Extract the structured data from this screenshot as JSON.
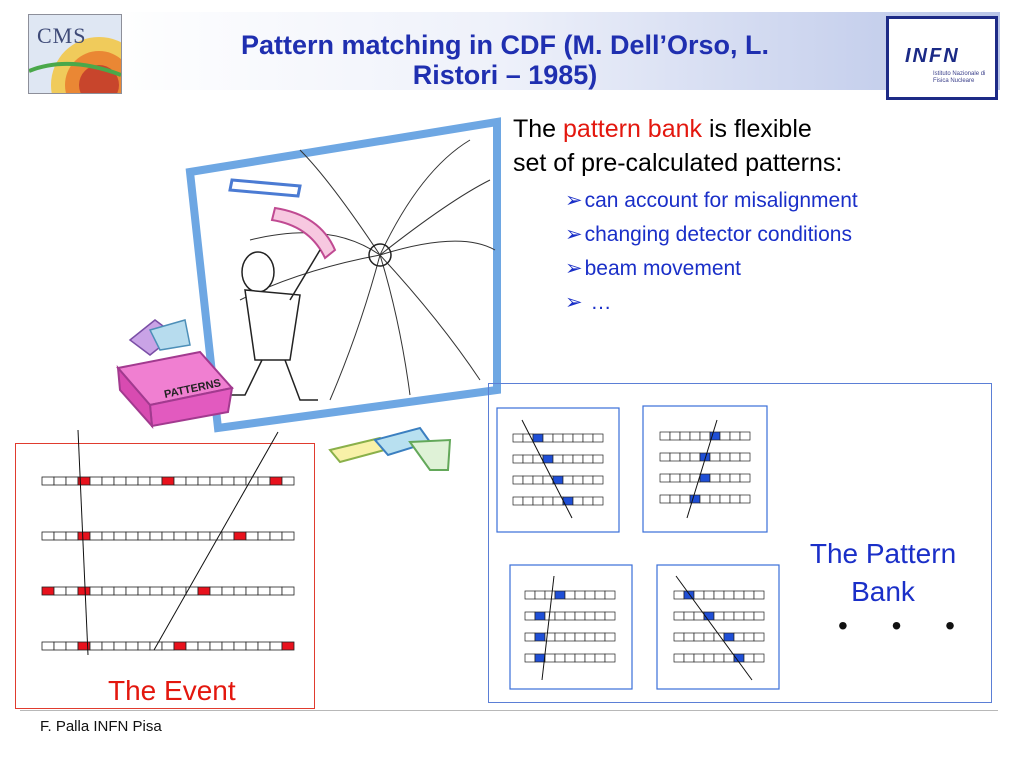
{
  "logos": {
    "left_text": "CMS",
    "right_text": "INFN",
    "right_subtext": "Istituto Nazionale di Fisica Nucleare"
  },
  "title": {
    "line1": "Pattern matching in CDF (M. Dell’Orso, L.",
    "line2": "Ristori – 1985)"
  },
  "bullets": {
    "intro_pre": "The ",
    "intro_highlight": "pattern bank",
    "intro_post": " is flexible",
    "intro_line2": "set of pre-calculated patterns:",
    "items": [
      "can account for misalignment",
      "changing detector conditions",
      "beam movement",
      " …"
    ]
  },
  "cartoon_box_label": "PATTERNS",
  "event_label": "The Event",
  "bank_label_line1": "The Pattern",
  "bank_label_line2": "Bank",
  "ellipsis": "• • •",
  "footer": "F. Palla INFN Pisa",
  "colors": {
    "title": "#1f2fb0",
    "highlight": "#e3170e",
    "bank_text": "#1a2fc8",
    "hit_red": "#e8121d",
    "hit_blue": "#1f4fd6"
  }
}
